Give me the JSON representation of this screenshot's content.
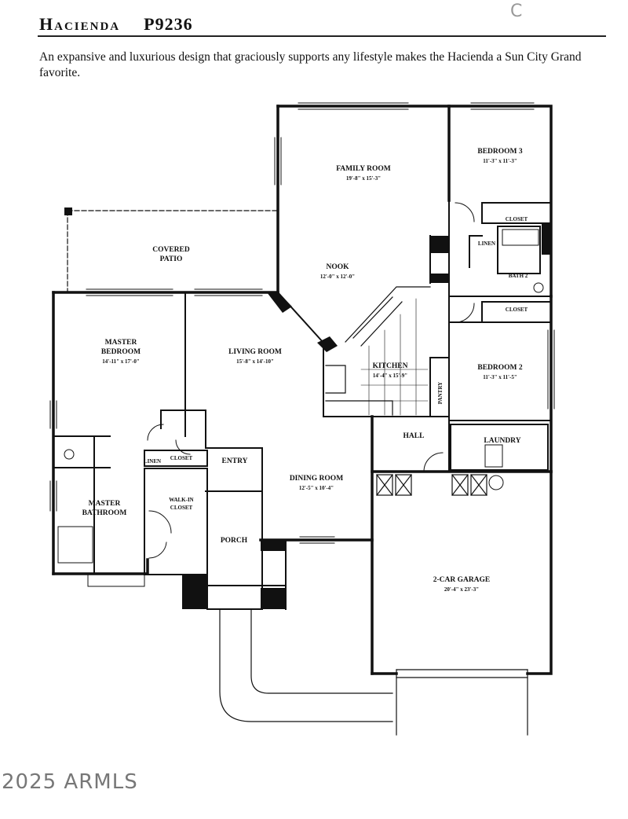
{
  "header": {
    "plan_name": "Hacienda",
    "plan_number": "P9236",
    "description": "An expansive and luxurious design that graciously supports any lifestyle makes the Hacienda a Sun City Grand favorite."
  },
  "corner_mark": "C",
  "watermark": "2025 ARMLS",
  "rooms": {
    "family_room": {
      "name": "FAMILY ROOM",
      "size": "19'-8\" x 15'-3\""
    },
    "bedroom3": {
      "name": "BEDROOM 3",
      "size": "11'-3\" x 11'-3\""
    },
    "covered_patio": {
      "line1": "COVERED",
      "line2": "PATIO"
    },
    "nook": {
      "name": "NOOK",
      "size": "12'-0\" x 12'-0\""
    },
    "master_bedroom": {
      "line1": "MASTER",
      "line2": "BEDROOM",
      "size": "14'-11\" x 17'-0\""
    },
    "living_room": {
      "name": "LIVING ROOM",
      "size": "15'-8\" x 14'-10\""
    },
    "kitchen": {
      "name": "KITCHEN",
      "size": "14'-4\" x 15'-9\""
    },
    "bedroom2": {
      "name": "BEDROOM 2",
      "size": "11'-3\" x 11'-5\""
    },
    "bath2": {
      "name": "BATH 2"
    },
    "linen_hall": {
      "name": "LINEN"
    },
    "closet_b3": {
      "name": "CLOSET"
    },
    "closet_b2": {
      "name": "CLOSET"
    },
    "pantry": {
      "name": "PANTRY"
    },
    "hall": {
      "name": "HALL"
    },
    "laundry": {
      "name": "LAUNDRY"
    },
    "linen_master": {
      "name": "LINEN"
    },
    "closet_master": {
      "name": "CLOSET"
    },
    "entry": {
      "name": "ENTRY"
    },
    "master_bathroom": {
      "line1": "MASTER",
      "line2": "BATHROOM"
    },
    "walk_in_closet": {
      "line1": "WALK-IN",
      "line2": "CLOSET"
    },
    "dining_room": {
      "name": "DINING ROOM",
      "size": "12'-5\" x 10'-4\""
    },
    "porch": {
      "name": "PORCH"
    },
    "garage": {
      "name": "2-CAR GARAGE",
      "size": "20'-4\" x 23'-3\""
    }
  }
}
